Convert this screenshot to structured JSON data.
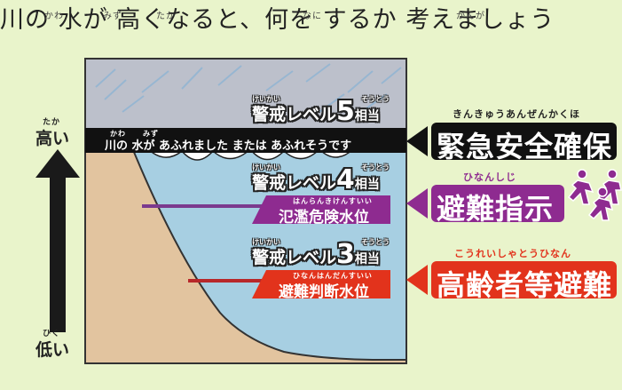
{
  "title": {
    "text": "川の 水が 高くなると、何を するか 考えましょう",
    "ruby": [
      "かわ",
      "みず",
      "たか",
      "なに",
      "かんが"
    ]
  },
  "arrow": {
    "high_ruby": "たか",
    "high": "高い",
    "low_ruby": "ひく",
    "low": "低い"
  },
  "top_banner": {
    "ruby1": "かわ",
    "ruby2": "みず",
    "text": "川の 水が あふれました または あふれそうです"
  },
  "levels": [
    {
      "ruby_keikai": "けいかい",
      "ruby_soutou": "そうとう",
      "prefix": "警戒レベル",
      "number": "5",
      "suffix": "相当",
      "action_ruby": "きんきゅうあんぜんかくほ",
      "action": "緊急安全確保",
      "color": "#111111"
    },
    {
      "ruby_keikai": "けいかい",
      "ruby_soutou": "そうとう",
      "prefix": "警戒レベル",
      "number": "4",
      "suffix": "相当",
      "water_ruby": "はんらんきけんすいい",
      "water_label": "氾濫危険水位",
      "action_ruby": "ひなんしじ",
      "action": "避難指示",
      "color": "#8e2b90"
    },
    {
      "ruby_keikai": "けいかい",
      "ruby_soutou": "そうとう",
      "prefix": "警戒レベル",
      "number": "3",
      "suffix": "相当",
      "water_ruby": "ひなんはんだんすいい",
      "water_label": "避難判断水位",
      "action_ruby": "こうれいしゃとうひなん",
      "action": "高齢者等避難",
      "color": "#e2331c"
    }
  ],
  "colors": {
    "background": "#e9f4cb",
    "water": "#a7cfe2",
    "sky": "#bcc0cb",
    "land": "#e2c49f",
    "level4_line": "#7b3a8e",
    "level3_line": "#b8282a"
  }
}
